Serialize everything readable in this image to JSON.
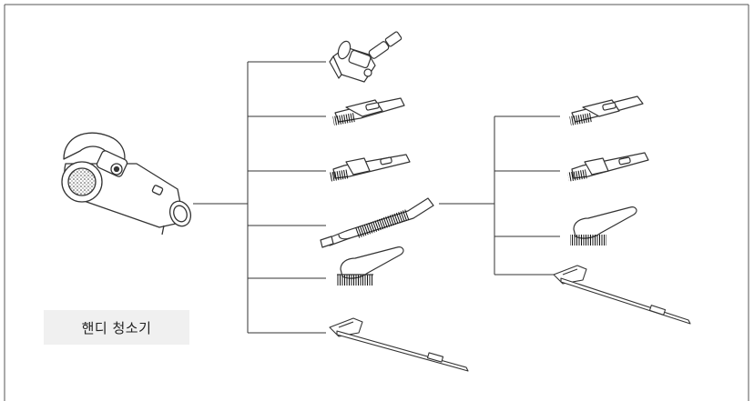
{
  "main": {
    "device_label": "핸디 청소기"
  },
  "diagram": {
    "device": {
      "name": "handheld-vacuum"
    },
    "left_branch": [
      {
        "name": "turbo-brush-head"
      },
      {
        "name": "crevice-brush-tool-short"
      },
      {
        "name": "crevice-brush-tool-long"
      },
      {
        "name": "flexible-hose"
      },
      {
        "name": "dusting-brush"
      },
      {
        "name": "extension-handle-stick"
      }
    ],
    "right_branch": [
      {
        "name": "crevice-brush-tool-short"
      },
      {
        "name": "crevice-brush-tool-long"
      },
      {
        "name": "dusting-brush"
      },
      {
        "name": "extension-handle-stick"
      }
    ],
    "colors": {
      "line": "#333333",
      "frame": "#555555",
      "label_bg": "#f0f0f0"
    }
  }
}
